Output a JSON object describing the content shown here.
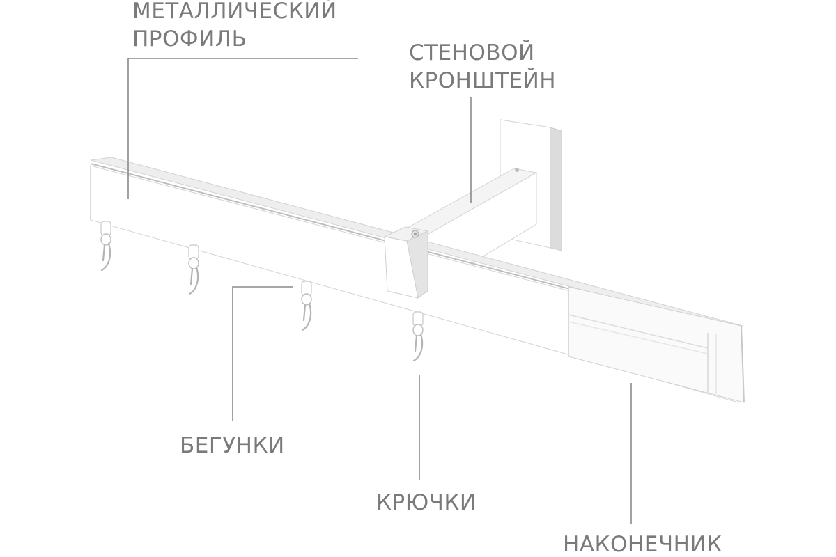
{
  "colors": {
    "label_text": "#7a7a7a",
    "leader_line": "#8a8a8a",
    "product": "#ffffff",
    "product_shade": "#e6e6e6",
    "product_outline": "#cfcfcf"
  },
  "labels": {
    "profile": [
      "МЕТАЛЛИЧЕСКИЙ",
      "ПРОФИЛЬ"
    ],
    "bracket": [
      "СТЕНОВОЙ",
      "КРОНШТЕЙН"
    ],
    "runners": [
      "БЕГУНКИ"
    ],
    "hooks": [
      "КРЮЧКИ"
    ],
    "endcap": [
      "НАКОНЕЧНИК"
    ]
  }
}
